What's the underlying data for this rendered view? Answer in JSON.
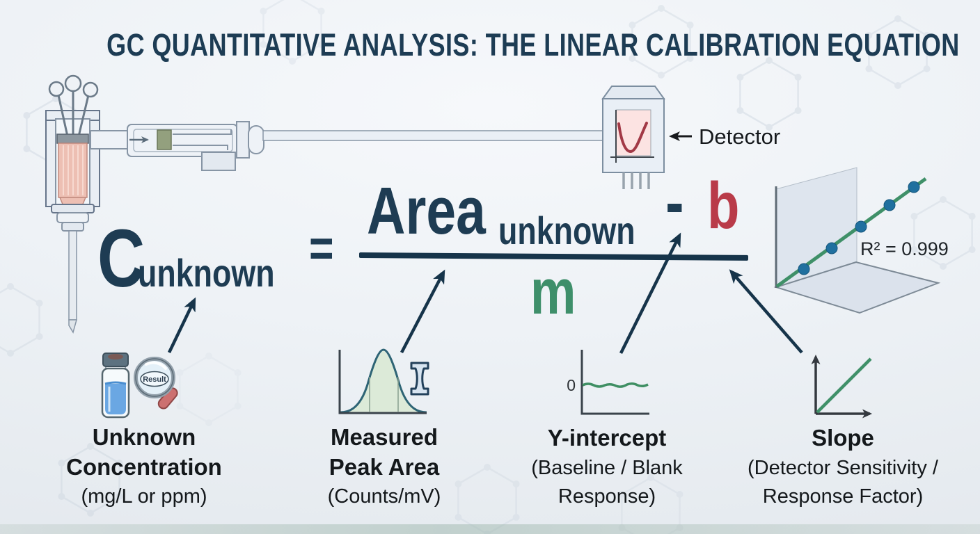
{
  "title": "GC QUANTITATIVE ANALYSIS: THE LINEAR CALIBRATION EQUATION",
  "apparatus": {
    "detector_label": "Detector"
  },
  "equation": {
    "concentration_symbol": "C",
    "concentration_subscript": "unknown",
    "equals_sign": "=",
    "area_symbol": "Area",
    "area_subscript": "unknown",
    "minus_sign": "-",
    "intercept_symbol": "b",
    "slope_symbol": "m"
  },
  "calibration_plot": {
    "r_squared_label": "R² = 0.999",
    "num_points": 5,
    "line_color": "#3f9068",
    "point_color": "#20709f"
  },
  "icons": {
    "magnifier_label": "Result",
    "baseline_zero_label": "0"
  },
  "legend_items": [
    {
      "line1": "Unknown",
      "line2": "Concentration",
      "sub1": "(mg/L or ppm)"
    },
    {
      "line1": "Measured",
      "line2": "Peak Area",
      "sub1": "(Counts/mV)"
    },
    {
      "line1": "Y-intercept",
      "sub1": "(Baseline / Blank",
      "sub2": "Response)"
    },
    {
      "line1": "Slope",
      "sub1": "(Detector Sensitivity /",
      "sub2": "Response Factor)"
    }
  ],
  "colors": {
    "navy_text": "#1e3c53",
    "intercept_red": "#b93b49",
    "slope_green": "#3e8f6a",
    "arrow_navy": "#16344a",
    "label_black": "#14181b"
  }
}
